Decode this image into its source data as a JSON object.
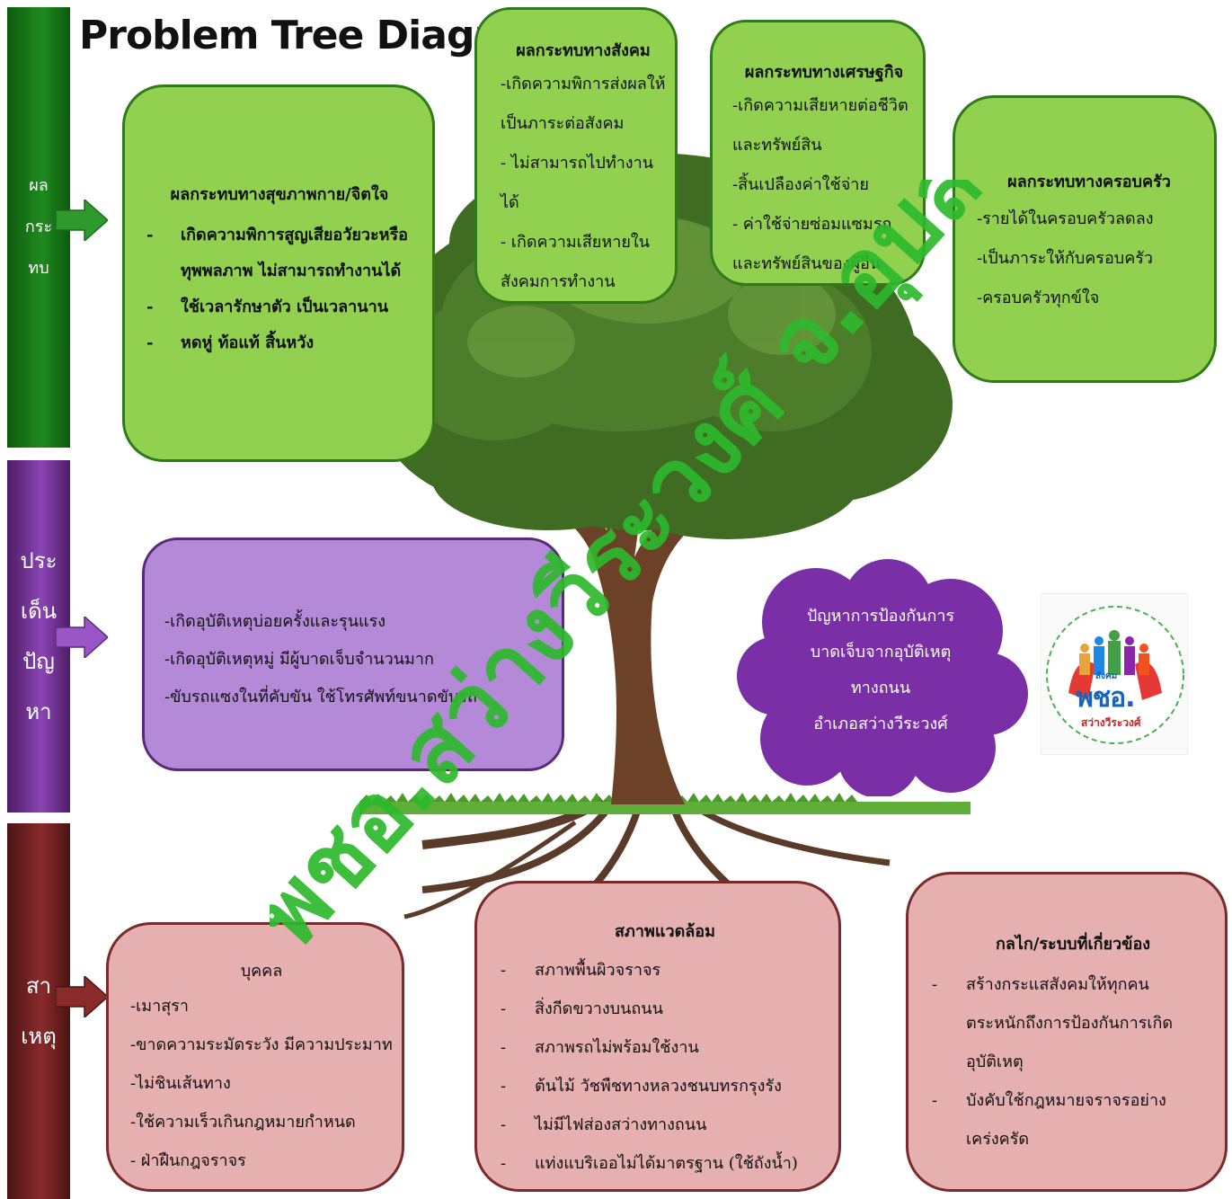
{
  "title": "Problem Tree Diagram",
  "sidebar": {
    "effect": [
      "ผล",
      "กระ",
      "ทบ"
    ],
    "problem": [
      "ประ",
      "เด็น",
      "ปัญ",
      "หา"
    ],
    "cause": [
      "สา",
      "เหตุ"
    ]
  },
  "effects": {
    "health": {
      "title": "ผลกระทบทางสุขภาพกาย/จิตใจ",
      "items": [
        "เกิดความพิการสูญเสียอวัยวะหรือ",
        "ทุพพลภาพ ไม่สามารถทำงานได้",
        "ใช้เวลารักษาตัว เป็นเวลานาน",
        "หดหู่ ท้อแท้ สิ้นหวัง"
      ]
    },
    "social": {
      "title": "ผลกระทบทางสังคม",
      "items": [
        "-เกิดความพิการส่งผลให้",
        "เป็นภาระต่อสังคม",
        "- ไม่สามารถไปทำงาน",
        "ได้",
        "- เกิดความเสียหายใน",
        "สังคมการทำงาน"
      ]
    },
    "economic": {
      "title": "ผลกระทบทางเศรษฐกิจ",
      "items": [
        "-เกิดความเสียหายต่อชีวิต",
        "และทรัพย์สิน",
        "-สิ้นเปลืองค่าใช้จ่าย",
        "- ค่าใช้จ่ายซ่อมแซมรถ",
        "และทรัพย์สินของผู้อื่น"
      ]
    },
    "family": {
      "title": "ผลกระทบทางครอบครัว",
      "items": [
        "-รายได้ในครอบครัวลดลง",
        "-เป็นภาระให้กับครอบครัว",
        "-ครอบครัวทุกข์ใจ"
      ]
    }
  },
  "problem": {
    "items": [
      "-เกิดอุบัติเหตุบ่อยครั้งและรุนแรง",
      "-เกิดอุบัติเหตุหมู่ มีผู้บาดเจ็บจำนวนมาก",
      "-ขับรถแซงในที่คับขัน ใช้โทรศัพท์ขนาดขับรถ"
    ]
  },
  "core_problem": [
    "ปัญหาการป้องกันการ",
    "บาดเจ็บจากอุบัติเหตุ",
    "ทางถนน",
    "อำเภอสว่างวีระวงศ์"
  ],
  "causes": {
    "person": {
      "title": "บุคคล",
      "items": [
        "-เมาสุรา",
        "-ขาดความระมัดระวัง มีความประมาท",
        "-ไม่ชินเส้นทาง",
        "-ใช้ความเร็วเกินกฎหมายกำหนด",
        "- ฝ่าฝืนกฎจราจร"
      ]
    },
    "environment": {
      "title": "สภาพแวดล้อม",
      "items": [
        "สภาพพื้นผิวจราจร",
        "สิ่งกีดขวางบนถนน",
        "สภาพรถไม่พร้อมใช้งาน",
        "ต้นไม้ วัชพืชทางหลวงชนบทรกรุงรัง",
        "ไม่มีไฟส่องสว่างทางถนน",
        "แท่งแบริเออไม่ได้มาตรฐาน (ใช้ถังน้ำ)"
      ]
    },
    "system": {
      "title": "กลไก/ระบบที่เกี่ยวข้อง",
      "items": [
        "สร้างกระแสสังคมให้ทุกคน",
        "ตระหนักถึงการป้องกันการเกิด",
        "อุบัติเหตุ",
        "บังคับใช้กฎหมายจราจรอย่าง",
        "เคร่งครัด"
      ]
    }
  },
  "logo": {
    "top_text": "สังคม",
    "main_text": "พชอ.",
    "bottom_text": "สว่างวีระวงศ์"
  },
  "watermark": "พชอ.สว่างวีระวงศ์ จ.อุบลฯ",
  "colors": {
    "effect_bar": "#1f8a1f",
    "problem_bar": "#8a45b3",
    "cause_bar": "#8a2a2a",
    "green_box": "#92d050",
    "purple_box": "#b48ad8",
    "pink_box": "#e6b0b0",
    "cloud": "#7a2fa6"
  }
}
